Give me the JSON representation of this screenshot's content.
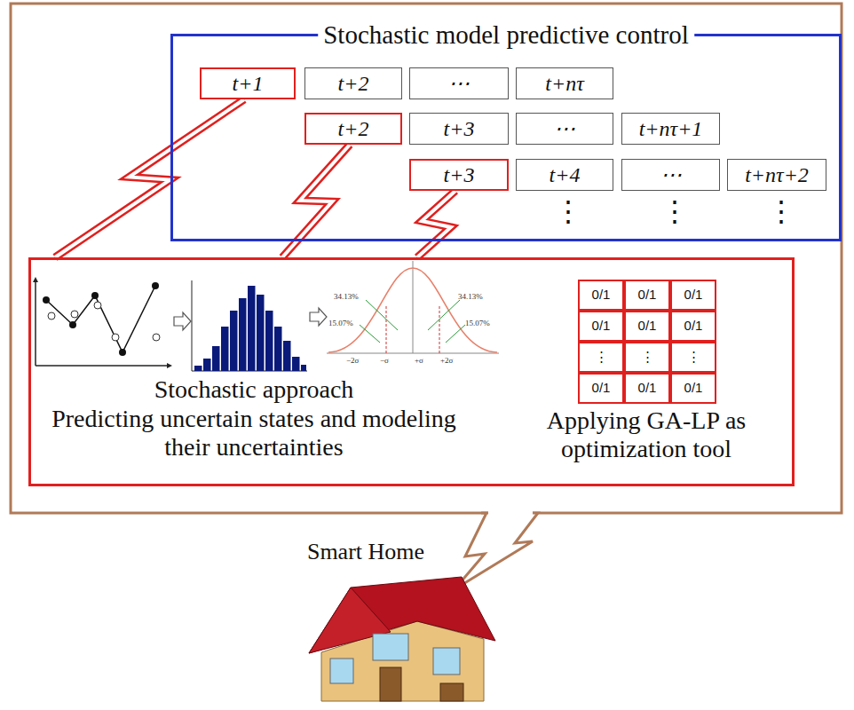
{
  "diagram": {
    "nodes": [
      {
        "text": [
          "Stochastic model predictive control"
        ]
      },
      {
        "text": [
          "t+1"
        ],
        "in": 0
      },
      {
        "text": [
          "t+2"
        ],
        "in": 0
      },
      {
        "text": [
          "⋯"
        ],
        "in": 0
      },
      {
        "text": [
          "t+nτ"
        ],
        "in": 0
      },
      {
        "text": [
          "t+2"
        ],
        "in": 0
      },
      {
        "text": [
          "t+3"
        ],
        "in": 0
      },
      {
        "text": [
          "⋯"
        ],
        "in": 0
      },
      {
        "text": [
          "t+nτ+1"
        ],
        "in": 0
      },
      {
        "text": [
          "t+3"
        ],
        "in": 0
      },
      {
        "text": [
          "t+4"
        ],
        "in": 0
      },
      {
        "text": [
          "⋯"
        ],
        "in": 0
      },
      {
        "text": [
          "t+nτ+2"
        ],
        "in": 0
      },
      {
        "text": [
          "Stochastic approach",
          "Predicting uncertain states and modeling their uncertainties",
          "Applying GA-LP as optimization tool"
        ]
      },
      {
        "text": [
          "0/1"
        ],
        "in": 13
      },
      {
        "text": [
          "0/1"
        ],
        "in": 13
      },
      {
        "text": [
          "0/1"
        ],
        "in": 13
      },
      {
        "text": [
          "0/1"
        ],
        "in": 13
      },
      {
        "text": [
          "0/1"
        ],
        "in": 13
      },
      {
        "text": [
          "0/1"
        ],
        "in": 13
      },
      {
        "text": [
          "⋮"
        ],
        "in": 13
      },
      {
        "text": [
          "⋮"
        ],
        "in": 13
      },
      {
        "text": [
          "⋮"
        ],
        "in": 13
      },
      {
        "text": [
          "0/1"
        ],
        "in": 13
      },
      {
        "text": [
          "0/1"
        ],
        "in": 13
      },
      {
        "text": [
          "0/1"
        ],
        "in": 13
      }
    ],
    "edges": [
      {
        "from": 13,
        "to": 1,
        "arrow": "none"
      },
      {
        "from": 13,
        "to": 5,
        "arrow": "none"
      },
      {
        "from": 13,
        "to": 9,
        "arrow": "none"
      }
    ],
    "labels": [
      "34.13%",
      "15.07%",
      "34.13%",
      "15.07%",
      "−2σ",
      "−σ",
      "+σ",
      "+2σ",
      "⋮",
      "⋮",
      "⋮",
      "Smart Home"
    ]
  }
}
